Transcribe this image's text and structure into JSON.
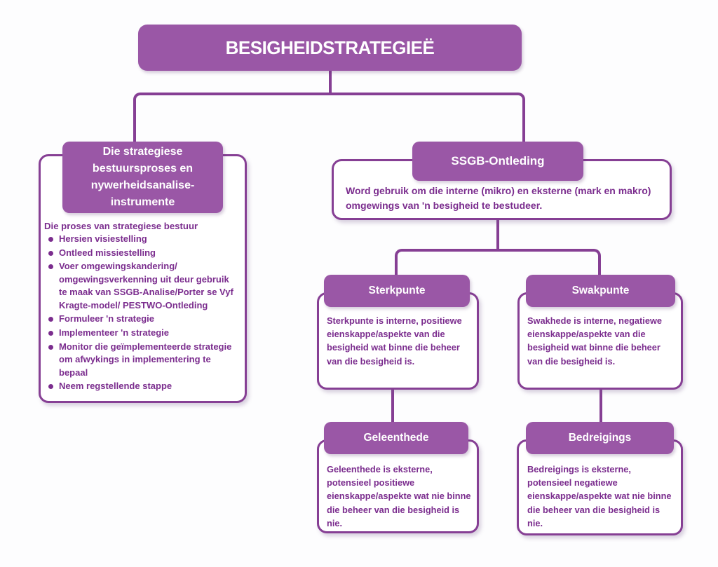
{
  "palette": {
    "node_fill": "#9a57a6",
    "line_and_border": "#863f94",
    "body_text": "#7b2d8e",
    "header_text": "#ffffff",
    "background": "#ffffff"
  },
  "title": "BESIGHEIDSTRATEGIEË",
  "left_branch": {
    "heading": "Die strategiese bestuursproses en nywerheidsanalise-instrumente",
    "intro": "Die proses van strategiese bestuur",
    "bullets": [
      "Hersien visiestelling",
      "Ontleed missiestelling",
      "Voer omgewingskandering/ omgewingsverkenning uit deur gebruik te maak van SSGB-Analise/Porter se Vyf Kragte-model/ PESTWO-Ontleding",
      "Formuleer 'n strategie",
      "Implementeer 'n strategie",
      "Monitor die geïmplementeerde strategie om afwykings in implementering te bepaal",
      "Neem regstellende stappe"
    ]
  },
  "ssgb": {
    "heading": "SSGB-Ontleding",
    "description": "Word gebruik om die interne (mikro) en eksterne (mark en makro) omgewings van 'n besigheid te bestudeer."
  },
  "quadrants": [
    {
      "title": "Sterkpunte",
      "description": "Sterkpunte is interne, positiewe eienskappe/aspekte van die besigheid wat binne die beheer van die besigheid is."
    },
    {
      "title": "Swakpunte",
      "description": "Swakhede is interne, negatiewe eienskappe/aspekte van die besigheid wat binne die beheer van die besigheid is."
    },
    {
      "title": "Geleenthede",
      "description": "Geleenthede is eksterne, potensieel positiewe eienskappe/aspekte wat nie binne die beheer van die besigheid is nie."
    },
    {
      "title": "Bedreigings",
      "description": "Bedreigings is eksterne, potensieel negatiewe eienskappe/aspekte wat nie binne die beheer van die besigheid is nie."
    }
  ]
}
